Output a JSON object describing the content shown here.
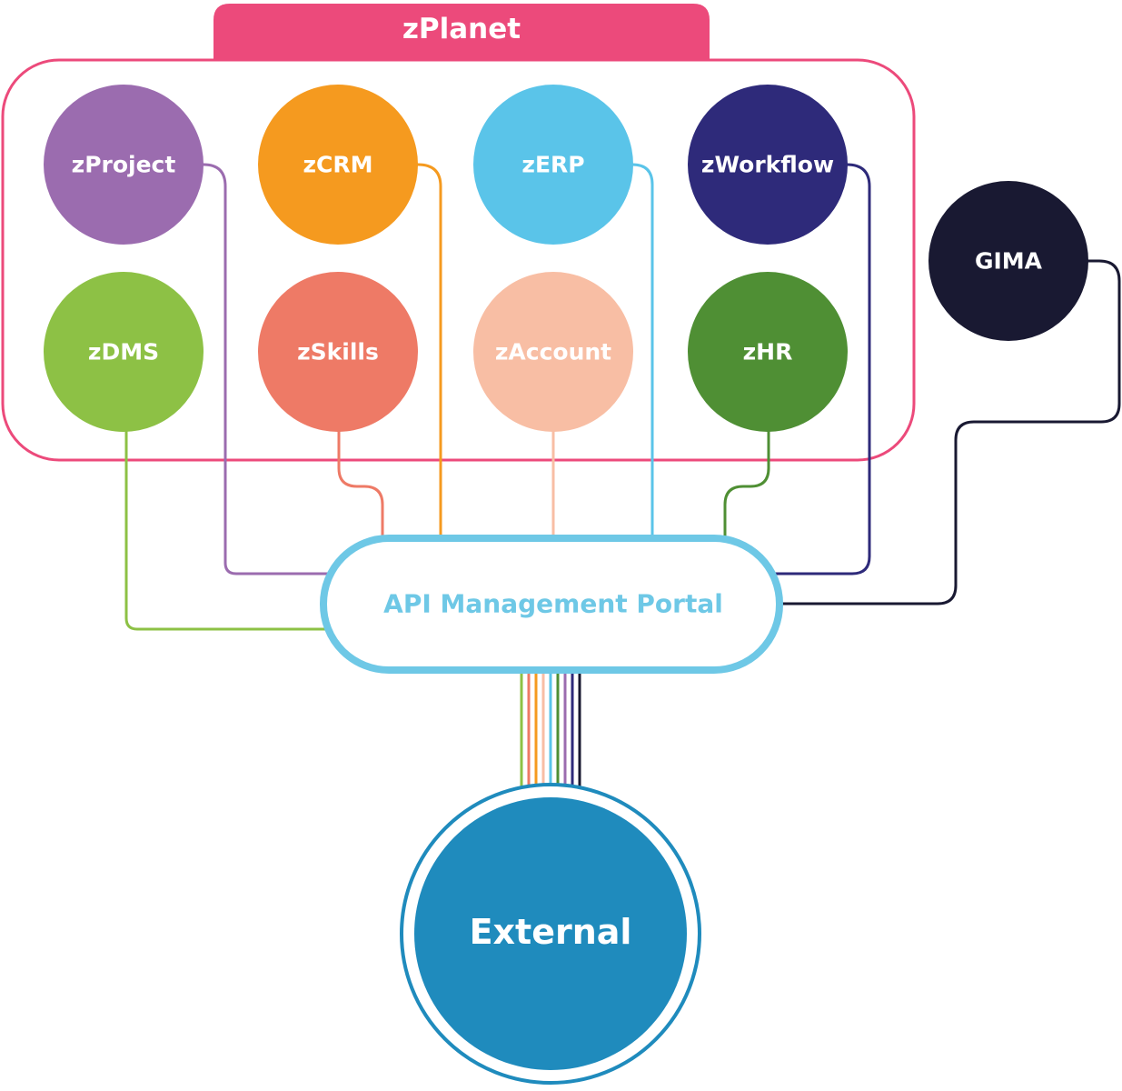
{
  "group": {
    "title": "zPlanet",
    "color": "#ec4a7b"
  },
  "nodes": [
    {
      "id": "zproject",
      "label": "zProject",
      "color": "#9b6caf"
    },
    {
      "id": "zcrm",
      "label": "zCRM",
      "color": "#f59a1f"
    },
    {
      "id": "zerp",
      "label": "zERP",
      "color": "#5ac4e9"
    },
    {
      "id": "zworkflow",
      "label": "zWorkflow",
      "color": "#2e2a7a"
    },
    {
      "id": "zdms",
      "label": "zDMS",
      "color": "#8dc145"
    },
    {
      "id": "zskills",
      "label": "zSkills",
      "color": "#ee7a66"
    },
    {
      "id": "zaccount",
      "label": "zAccount",
      "color": "#f8bea4"
    },
    {
      "id": "zhr",
      "label": "zHR",
      "color": "#4f8f34"
    },
    {
      "id": "gima",
      "label": "GIMA",
      "color": "#191932"
    }
  ],
  "portal": {
    "label": "API Management Portal",
    "border_color": "#6ec8e6"
  },
  "external": {
    "label": "External",
    "color": "#1f8bbd"
  },
  "connections": [
    {
      "from": "zproject",
      "to": "portal",
      "color": "#9b6caf"
    },
    {
      "from": "zcrm",
      "to": "portal",
      "color": "#f59a1f"
    },
    {
      "from": "zerp",
      "to": "portal",
      "color": "#5ac4e9"
    },
    {
      "from": "zworkflow",
      "to": "portal",
      "color": "#2e2a7a"
    },
    {
      "from": "zdms",
      "to": "portal",
      "color": "#8dc145"
    },
    {
      "from": "zskills",
      "to": "portal",
      "color": "#ee7a66"
    },
    {
      "from": "zaccount",
      "to": "portal",
      "color": "#f8bea4"
    },
    {
      "from": "zhr",
      "to": "portal",
      "color": "#4f8f34"
    },
    {
      "from": "gima",
      "to": "portal",
      "color": "#191932"
    },
    {
      "from": "portal",
      "to": "external",
      "color": "#8dc145"
    },
    {
      "from": "portal",
      "to": "external",
      "color": "#ee7a66"
    },
    {
      "from": "portal",
      "to": "external",
      "color": "#f59a1f"
    },
    {
      "from": "portal",
      "to": "external",
      "color": "#f8bea4"
    },
    {
      "from": "portal",
      "to": "external",
      "color": "#5ac4e9"
    },
    {
      "from": "portal",
      "to": "external",
      "color": "#4f8f34"
    },
    {
      "from": "portal",
      "to": "external",
      "color": "#9b6caf"
    },
    {
      "from": "portal",
      "to": "external",
      "color": "#2e2a7a"
    },
    {
      "from": "portal",
      "to": "external",
      "color": "#191932"
    }
  ]
}
